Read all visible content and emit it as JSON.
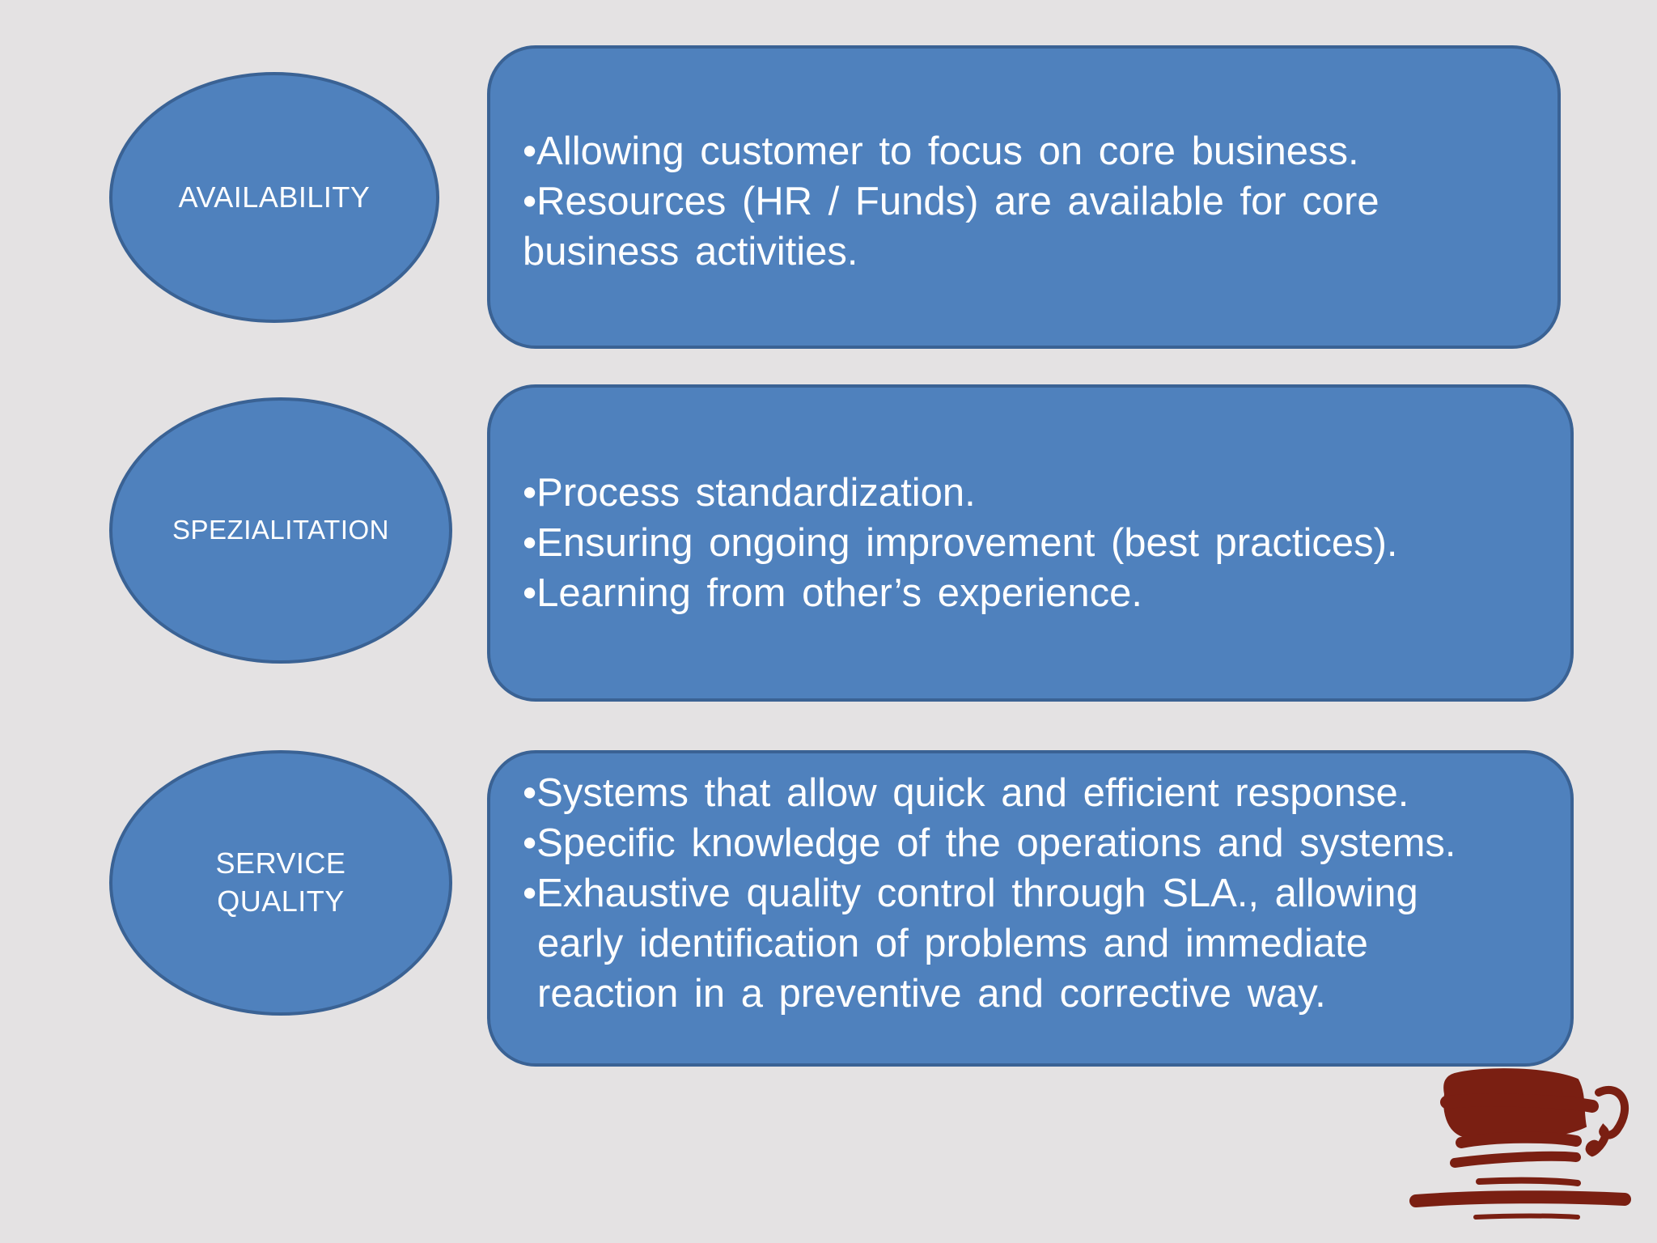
{
  "slide": {
    "background_color": "#e4e2e3",
    "shape_fill_color": "#4f81bd",
    "shape_border_color": "#3a6294",
    "text_color": "#ffffff"
  },
  "rows": [
    {
      "category": "AVAILABILITY",
      "lines": [
        "•Allowing customer to focus on core business.",
        "•Resources (HR / Funds) are available for core",
        "business activities."
      ]
    },
    {
      "category": "SPEZIALITATION",
      "lines": [
        "•Process standardization.",
        "•Ensuring ongoing improvement (best practices).",
        "•Learning from other’s experience."
      ]
    },
    {
      "category": "SERVICE\nQUALITY",
      "lines": [
        "•Systems that allow quick and efficient response.",
        "•Specific knowledge of the operations and systems.",
        "•Exhaustive quality control through SLA., allowing",
        "early identification of problems and immediate",
        "reaction in a preventive and corrective way."
      ]
    }
  ],
  "logo": {
    "icon": "coffee-cup-icon",
    "color": "#7a1f12"
  }
}
